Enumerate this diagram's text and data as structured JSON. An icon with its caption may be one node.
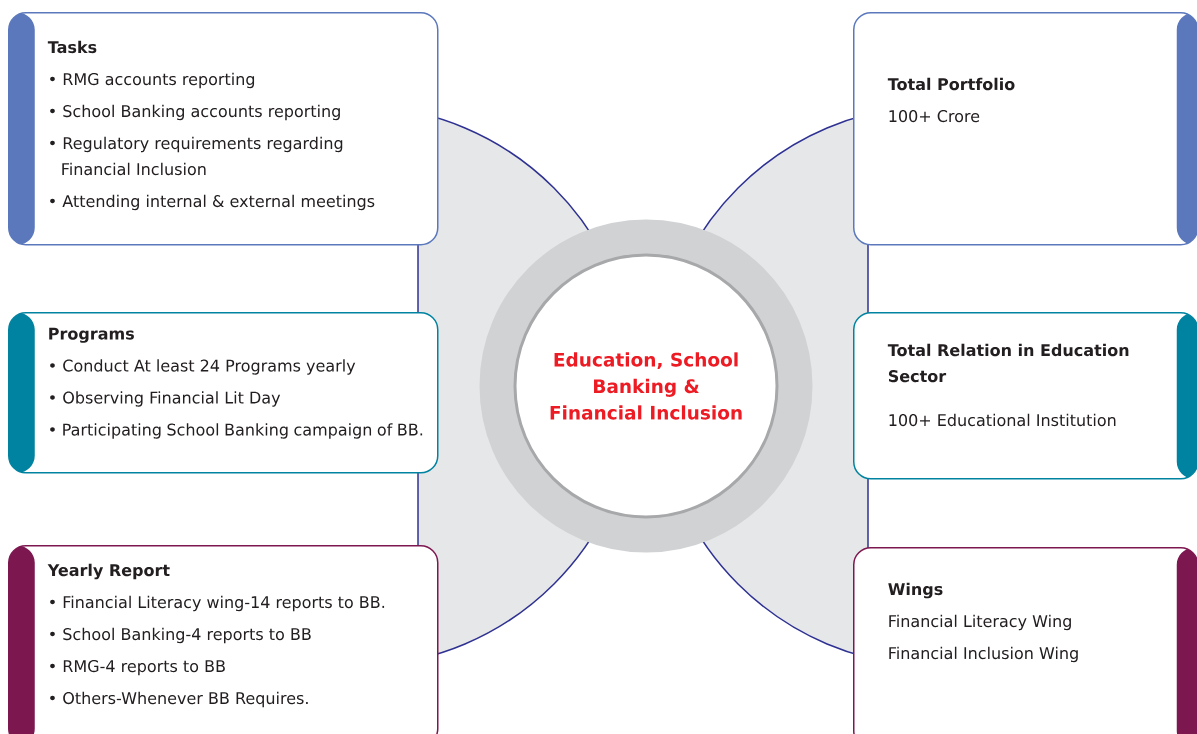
{
  "diagram": {
    "nodes": [
      {
        "text": [
          "Tasks",
          "• RMG accounts reporting",
          "• School Banking accounts reporting",
          "• Regulatory requirements regarding Financial Inclusion",
          "• Attending internal & external meetings"
        ]
      },
      {
        "text": [
          "Total Portfolio",
          "100+ Crore"
        ]
      },
      {
        "text": [
          "Education, School Banking & Financial Inclusion"
        ]
      },
      {
        "text": [
          "Programs",
          "• Conduct At least 24 Programs yearly",
          "• Observing Financial Lit Day",
          "• Participating School Banking campaign of BB."
        ]
      },
      {
        "text": [
          "Total Relation in Education Sector",
          "100+ Educational Institution"
        ]
      },
      {
        "text": [
          "Yearly Report",
          "• Financial Literacy wing-14 reports to BB.",
          "• School Banking-4 reports to BB",
          "• RMG-4 reports to BB",
          "• Others-Whenever BB Requires."
        ]
      },
      {
        "text": [
          "Wings",
          "Financial Literacy Wing",
          "Financial Inclusion Wing"
        ]
      }
    ]
  }
}
